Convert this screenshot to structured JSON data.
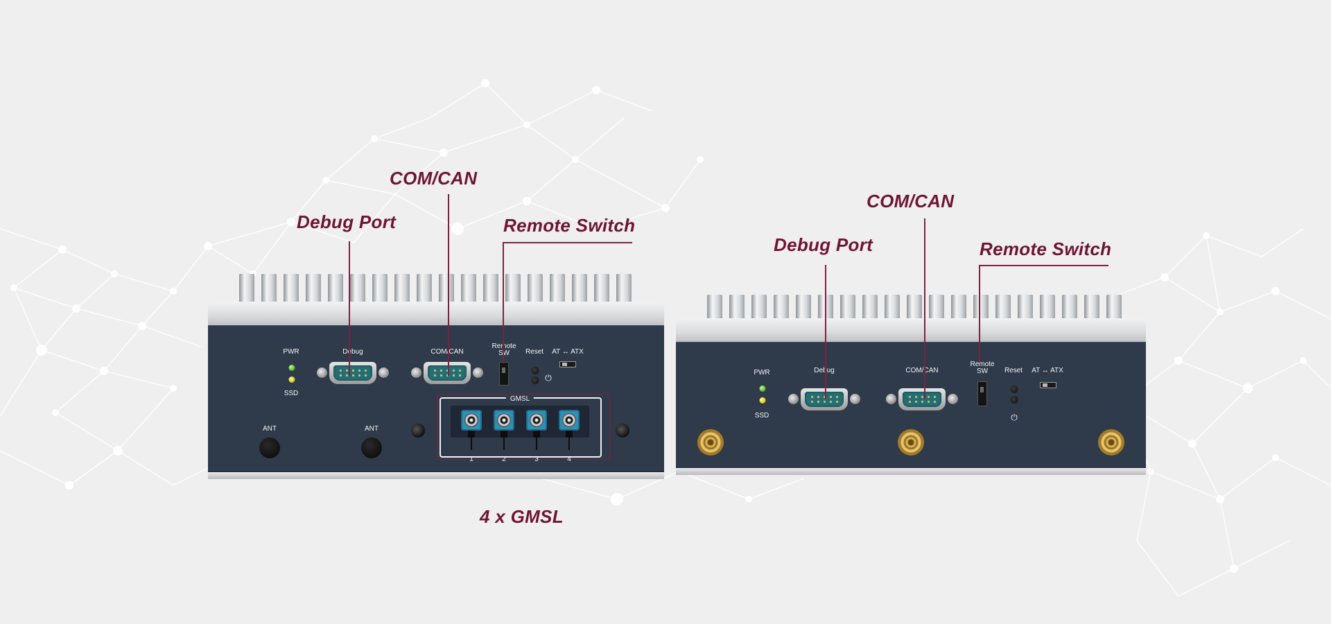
{
  "callouts": {
    "left": {
      "com_can": "COM/CAN",
      "debug_port": "Debug Port",
      "remote_switch": "Remote Switch",
      "gmsl": "4 x GMSL"
    },
    "right": {
      "com_can": "COM/CAN",
      "debug_port": "Debug Port",
      "remote_switch": "Remote Switch"
    }
  },
  "left_device": {
    "pwr": "PWR",
    "ssd": "SSD",
    "debug": "Debug",
    "com_can": "COM/CAN",
    "remote_sw_line1": "Remote",
    "remote_sw_line2": "SW",
    "reset": "Reset",
    "at_atx": "AT ↔ ATX",
    "ant_1": "ANT",
    "ant_2": "ANT",
    "gmsl_title": "GMSL",
    "gmsl_ports": [
      "1",
      "2",
      "3",
      "4"
    ],
    "power_symbol": "⏻"
  },
  "right_device": {
    "pwr": "PWR",
    "ssd": "SSD",
    "debug": "Debug",
    "com_can": "COM/CAN",
    "remote_sw_line1": "Remote",
    "remote_sw_line2": "SW",
    "reset": "Reset",
    "at_atx": "AT ↔ ATX",
    "power_symbol": "⏻"
  },
  "colors": {
    "callout": "#6e1434",
    "panel": "#2f3b4a",
    "background": "#efefef",
    "fakra": "#2f8fb5",
    "connector_teal": "#246f76"
  }
}
